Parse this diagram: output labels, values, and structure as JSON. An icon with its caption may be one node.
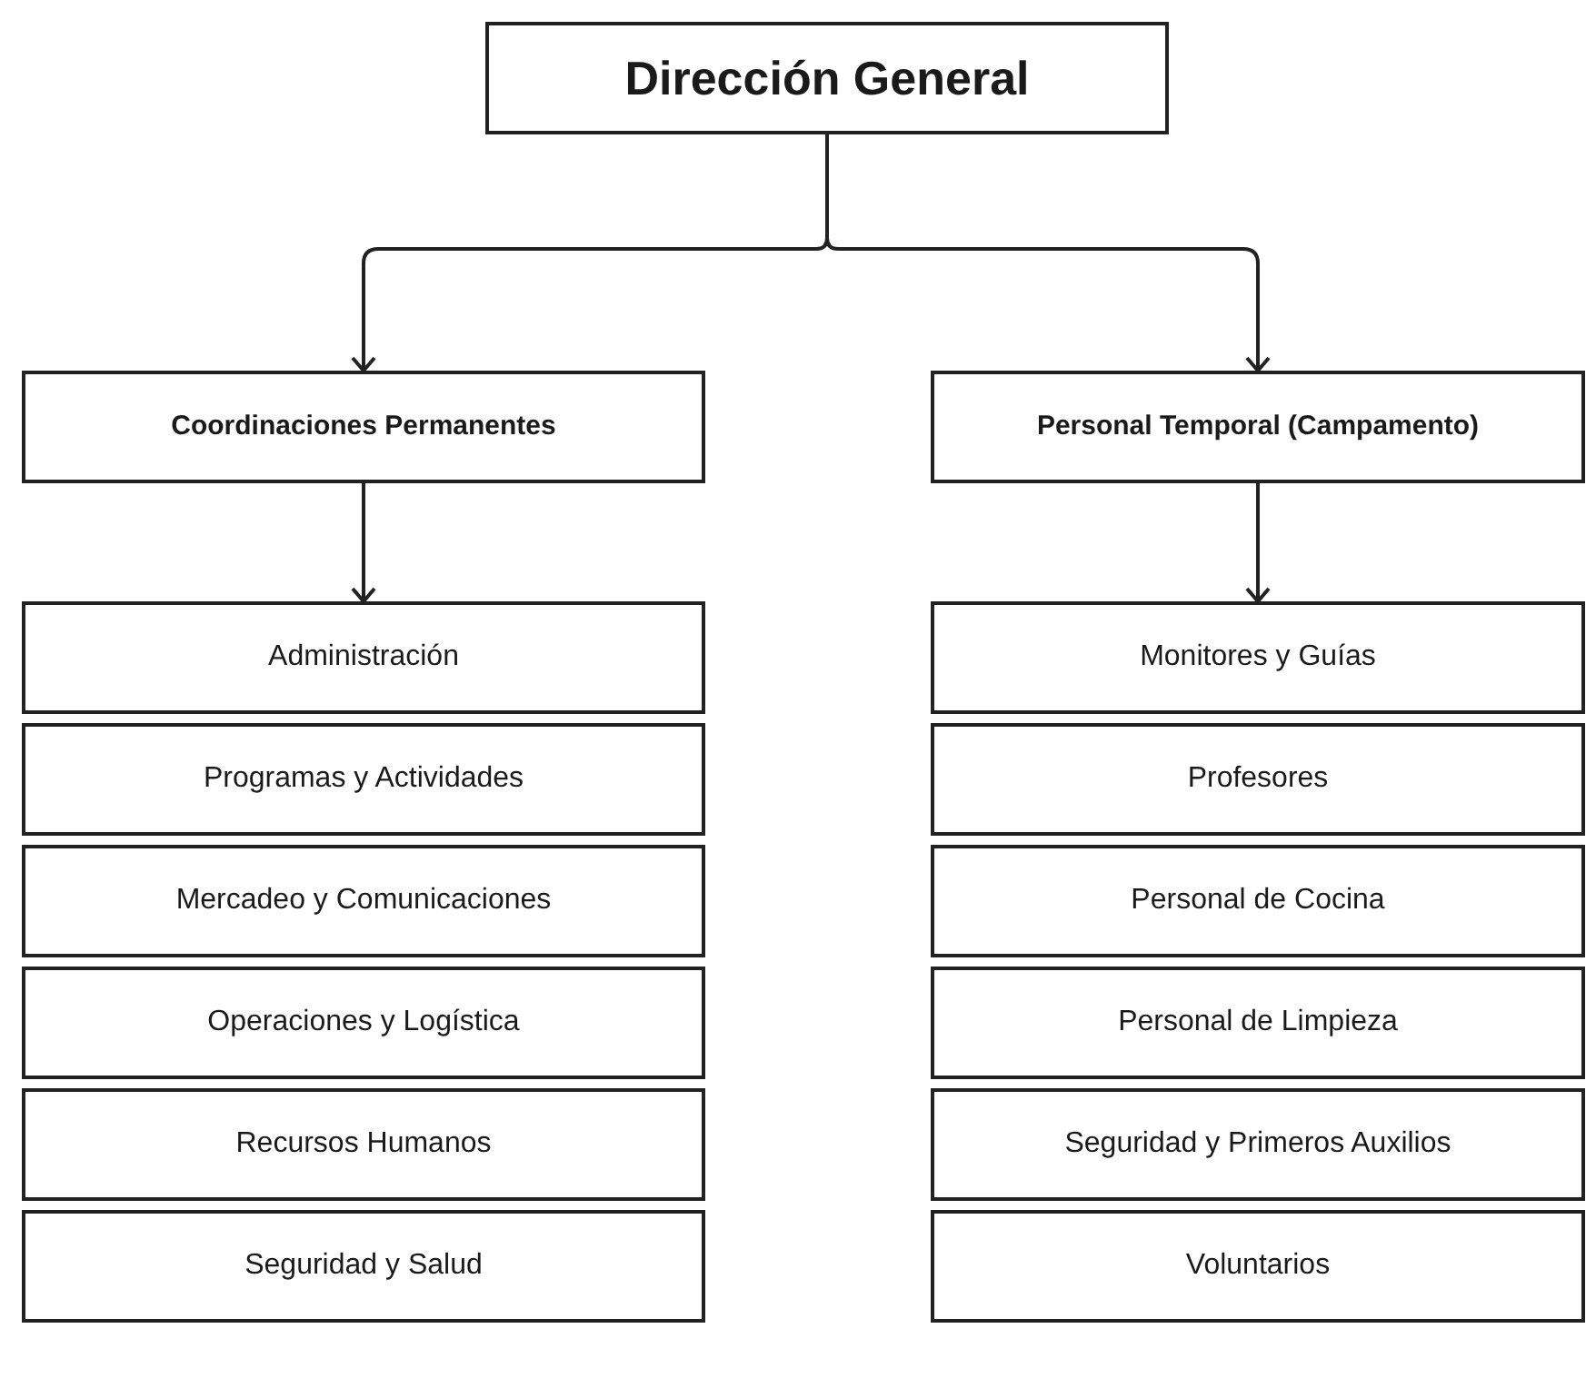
{
  "diagram": {
    "nodes": [
      {
        "text": [
          "Dirección General"
        ]
      },
      {
        "text": [
          "Coordinaciones Permanentes"
        ]
      },
      {
        "text": [
          "Personal Temporal (Campamento)"
        ]
      },
      {
        "text": [
          "Administración"
        ]
      },
      {
        "text": [
          "Programas y Actividades"
        ]
      },
      {
        "text": [
          "Mercadeo y Comunicaciones"
        ]
      },
      {
        "text": [
          "Operaciones y Logística"
        ]
      },
      {
        "text": [
          "Recursos Humanos"
        ]
      },
      {
        "text": [
          "Seguridad y Salud"
        ]
      },
      {
        "text": [
          "Monitores y Guías"
        ]
      },
      {
        "text": [
          "Profesores"
        ]
      },
      {
        "text": [
          "Personal de Cocina"
        ]
      },
      {
        "text": [
          "Personal de Limpieza"
        ]
      },
      {
        "text": [
          "Seguridad y Primeros Auxilios"
        ]
      },
      {
        "text": [
          "Voluntarios"
        ]
      }
    ],
    "edges": [
      {
        "from": 0,
        "to": 1,
        "arrow": "to"
      },
      {
        "from": 0,
        "to": 2,
        "arrow": "to"
      },
      {
        "from": 1,
        "to": 3,
        "arrow": "to"
      },
      {
        "from": 2,
        "to": 9,
        "arrow": "to"
      }
    ]
  }
}
